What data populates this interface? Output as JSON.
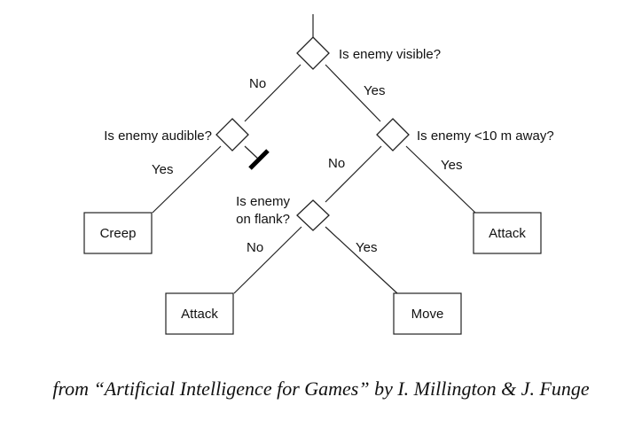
{
  "diagram": {
    "decisions": {
      "visible": {
        "question": [
          "Is enemy visible?"
        ]
      },
      "audible": {
        "question": [
          "Is enemy audible?"
        ]
      },
      "distance": {
        "question": [
          "Is enemy <10 m away?"
        ]
      },
      "flank": {
        "question": [
          "Is enemy",
          "on flank?"
        ]
      }
    },
    "actions": {
      "creep": "Creep",
      "attack_near": "Attack",
      "attack_flank": "Attack",
      "move": "Move"
    },
    "edges": {
      "visible_no": "No",
      "visible_yes": "Yes",
      "audible_yes": "Yes",
      "distance_no": "No",
      "distance_yes": "Yes",
      "flank_no": "No",
      "flank_yes": "Yes"
    }
  },
  "caption": "from “Artificial Intelligence for Games” by I. Millington & J. Funge"
}
